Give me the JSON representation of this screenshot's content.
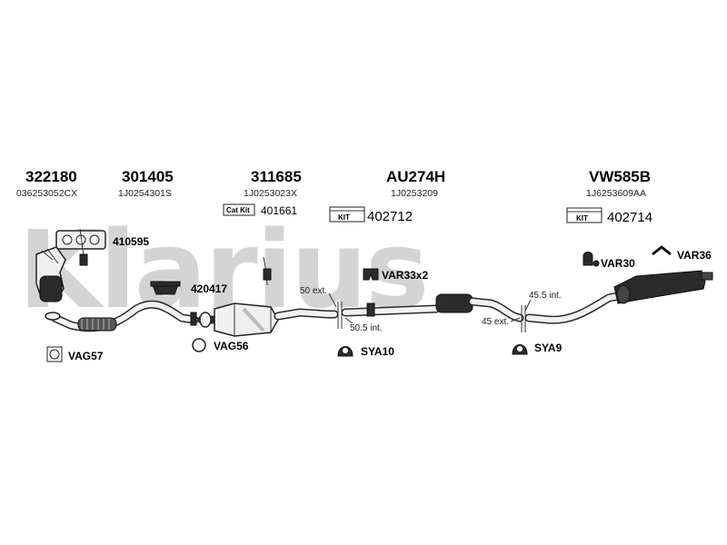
{
  "watermark": "Klarius",
  "groups": [
    {
      "number": "322180",
      "oem": "036253052CX"
    },
    {
      "number": "301405",
      "oem": "1J0254301S"
    },
    {
      "number": "311685",
      "oem": "1J0253023X"
    },
    {
      "number": "AU274H",
      "oem": "1J0253209"
    },
    {
      "number": "VW585B",
      "oem": "1J6253609AA"
    }
  ],
  "kits": [
    {
      "badge": "Cat Kit",
      "number": "401661"
    },
    {
      "badge": "KIT",
      "number": "402712"
    },
    {
      "badge": "KIT",
      "number": "402714"
    }
  ],
  "parts": {
    "gasket_manifold": "410595",
    "clamp_flange": "420417",
    "gasket_vag57": "VAG57",
    "ring_vag56": "VAG56",
    "clamp_var33": "VAR33x2",
    "clamp_var30": "VAR30",
    "clamp_var36": "VAR36",
    "mount_sya10": "SYA10",
    "mount_sya9": "SYA9"
  },
  "measurements": {
    "m1": "50 ext.",
    "m2": "50.5 int.",
    "m3": "45.5 int.",
    "m4": "45 ext."
  }
}
